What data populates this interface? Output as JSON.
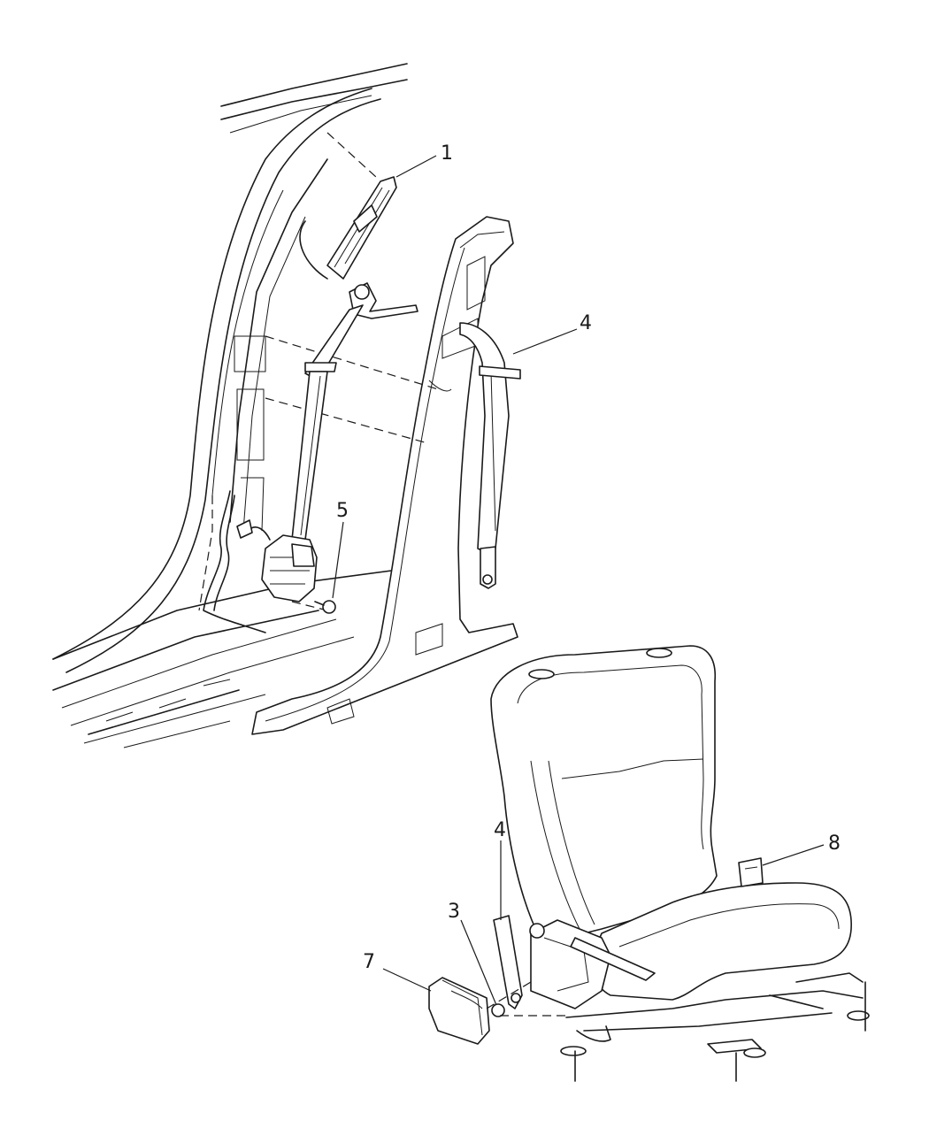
{
  "callouts": {
    "c1": "1",
    "c3": "3",
    "c4_upper": "4",
    "c4_lower": "4",
    "c5": "5",
    "c7": "7",
    "c8": "8"
  }
}
